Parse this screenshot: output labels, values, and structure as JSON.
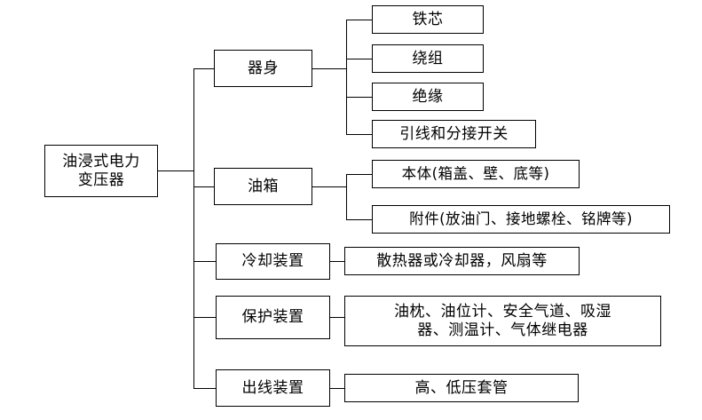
{
  "diagram": {
    "title_text": "油浸式电力变压器",
    "type": "tree-hierarchy",
    "orientation": "left-to-right",
    "line_color": "#000000",
    "box_fill": "#ffffff",
    "text_color": "#000000",
    "root": {
      "label": "油浸式电力\n变压器"
    },
    "level2": [
      {
        "key": "qishen",
        "label": "器身"
      },
      {
        "key": "youxiang",
        "label": "油箱"
      },
      {
        "key": "lengque",
        "label": "冷却装置"
      },
      {
        "key": "baohu",
        "label": "保护装置"
      },
      {
        "key": "chuxian",
        "label": "出线装置"
      }
    ],
    "level3": {
      "qishen": [
        {
          "label": "铁芯"
        },
        {
          "label": "绕组"
        },
        {
          "label": "绝缘"
        },
        {
          "label": "引线和分接开关"
        }
      ],
      "youxiang": [
        {
          "label": "本体(箱盖、壁、底等)"
        },
        {
          "label": "附件(放油门、接地螺栓、铭牌等)"
        }
      ],
      "lengque": [
        {
          "label": "散热器或冷却器，风扇等"
        }
      ],
      "baohu": [
        {
          "label": "油枕、油位计、安全气道、吸湿\n器、测温计、气体继电器"
        }
      ],
      "chuxian": [
        {
          "label": "高、低压套管"
        }
      ]
    }
  }
}
